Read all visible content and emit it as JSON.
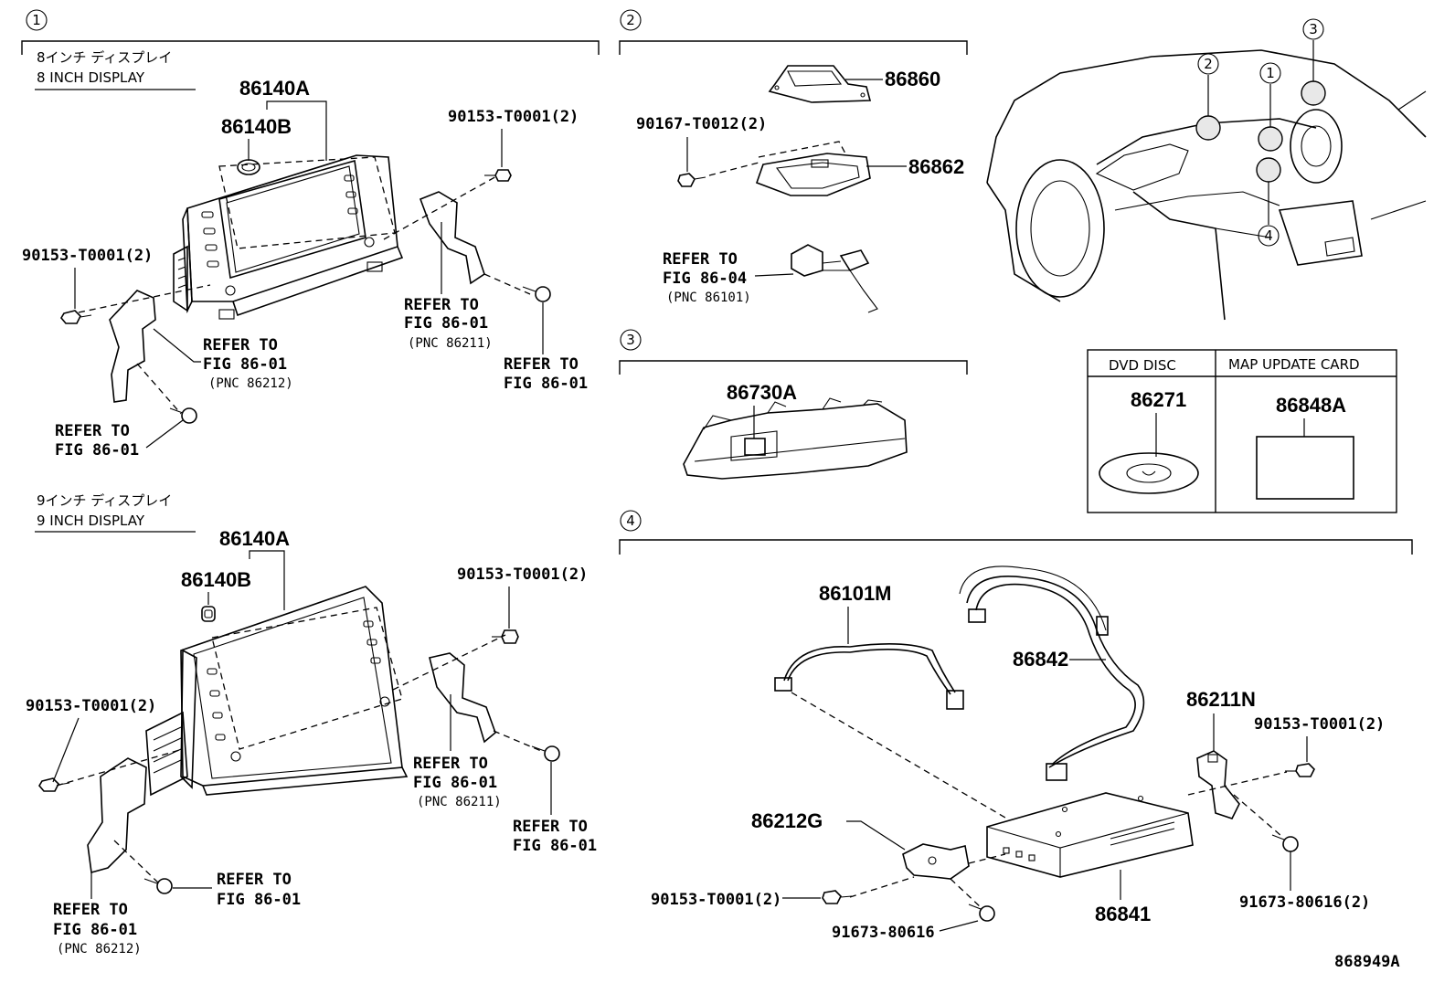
{
  "sections": {
    "s1": {
      "num": "1"
    },
    "s2": {
      "num": "2"
    },
    "s3": {
      "num": "3"
    },
    "s4": {
      "num": "4"
    }
  },
  "display8": {
    "title_jp": "8インチ ディスプレイ",
    "title_en": "8 INCH DISPLAY",
    "part_a": "86140A",
    "part_b": "86140B",
    "bolt_right": "90153-T0001(2)",
    "bolt_left": "90153-T0001(2)",
    "ref_mid_1": "REFER TO",
    "ref_mid_2": "FIG 86-01",
    "ref_mid_3": "(PNC 86211)",
    "ref_right_1": "REFER TO",
    "ref_right_2": "FIG 86-01",
    "ref_left_1": "REFER TO",
    "ref_left_2": "FIG 86-01",
    "ref_left_3": "(PNC 86212)",
    "ref_bottom_1": "REFER TO",
    "ref_bottom_2": "FIG 86-01"
  },
  "display9": {
    "title_jp": "9インチ ディスプレイ",
    "title_en": "9 INCH DISPLAY",
    "part_a": "86140A",
    "part_b": "86140B",
    "bolt_right": "90153-T0001(2)",
    "bolt_left": "90153-T0001(2)",
    "ref_mid_1": "REFER TO",
    "ref_mid_2": "FIG 86-01",
    "ref_mid_3": "(PNC 86211)",
    "ref_right_1": "REFER TO",
    "ref_right_2": "FIG 86-01",
    "ref_bottom_1": "REFER TO",
    "ref_bottom_2": "FIG 86-01",
    "ref_left_1": "REFER TO",
    "ref_left_2": "FIG 86-01",
    "ref_left_3": "(PNC 86212)"
  },
  "section2": {
    "part_top": "86860",
    "bolt": "90167-T0012(2)",
    "part_mid": "86862",
    "ref_1": "REFER TO",
    "ref_2": "FIG 86-04",
    "ref_3": "(PNC 86101)"
  },
  "section3": {
    "part": "86730A"
  },
  "media_table": {
    "col1_header": "DVD DISC",
    "col2_header": "MAP UPDATE CARD",
    "col1_part": "86271",
    "col2_part": "86848A"
  },
  "section4": {
    "antenna": "86101M",
    "harness": "86842",
    "bracket_r": "86211N",
    "bolt_r": "90153-T0001(2)",
    "bracket_l": "86212G",
    "bolt_l": "90153-T0001(2)",
    "screw_l": "91673-80616",
    "unit": "86841",
    "screw_r": "91673-80616(2)"
  },
  "car_view": {
    "callouts": [
      "1",
      "2",
      "3",
      "4"
    ]
  },
  "figure_code": "868949A"
}
